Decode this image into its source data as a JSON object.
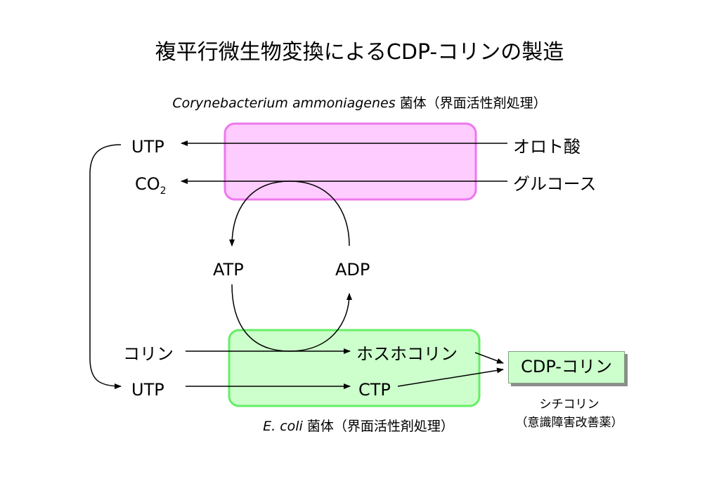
{
  "title": "複平行微生物変換によるCDP-コリンの製造",
  "upper_caption": {
    "organism": "Corynebacterium ammoniagenes",
    "treatment": " 菌体（界面活性剤処理）"
  },
  "lower_caption": {
    "organism": "E. coli",
    "treatment": " 菌体（界面活性剤処理）"
  },
  "nodes": {
    "utp_top": "UTP",
    "co2_main": "CO",
    "co2_sub": "2",
    "orotic_acid": "オロト酸",
    "glucose": "グルコース",
    "atp": "ATP",
    "adp": "ADP",
    "choline": "コリン",
    "utp_bottom": "UTP",
    "phosphocholine": "ホスホコリン",
    "ctp": "CTP",
    "product": "CDP-コリン"
  },
  "product_use": {
    "name": "シチコリン",
    "category": "（意識障害改善薬）"
  },
  "colors": {
    "upper_box_fill": "#ffccff",
    "upper_box_border": "#ee77ee",
    "lower_box_fill": "#ccffcc",
    "lower_box_border": "#66ee66",
    "product_box_fill": "#ccffcc",
    "arrow": "#000000"
  }
}
